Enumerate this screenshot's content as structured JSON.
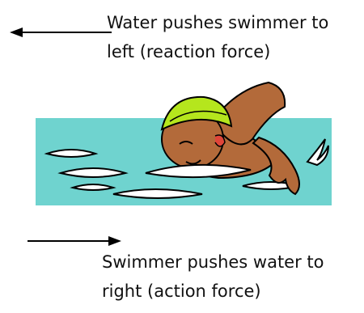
{
  "labels": {
    "reaction": {
      "line1": "Water pushes swimmer to",
      "line2": "left (reaction force)"
    },
    "action": {
      "line1": "Swimmer pushes water to",
      "line2": "right (action force)"
    }
  },
  "arrows": {
    "reaction": "left",
    "action": "right"
  },
  "illustration": {
    "subject": "swimmer-clipart",
    "water_color": "#6fd3cf",
    "cap_color": "#b5e61d",
    "skin_color": "#b36a3a"
  }
}
